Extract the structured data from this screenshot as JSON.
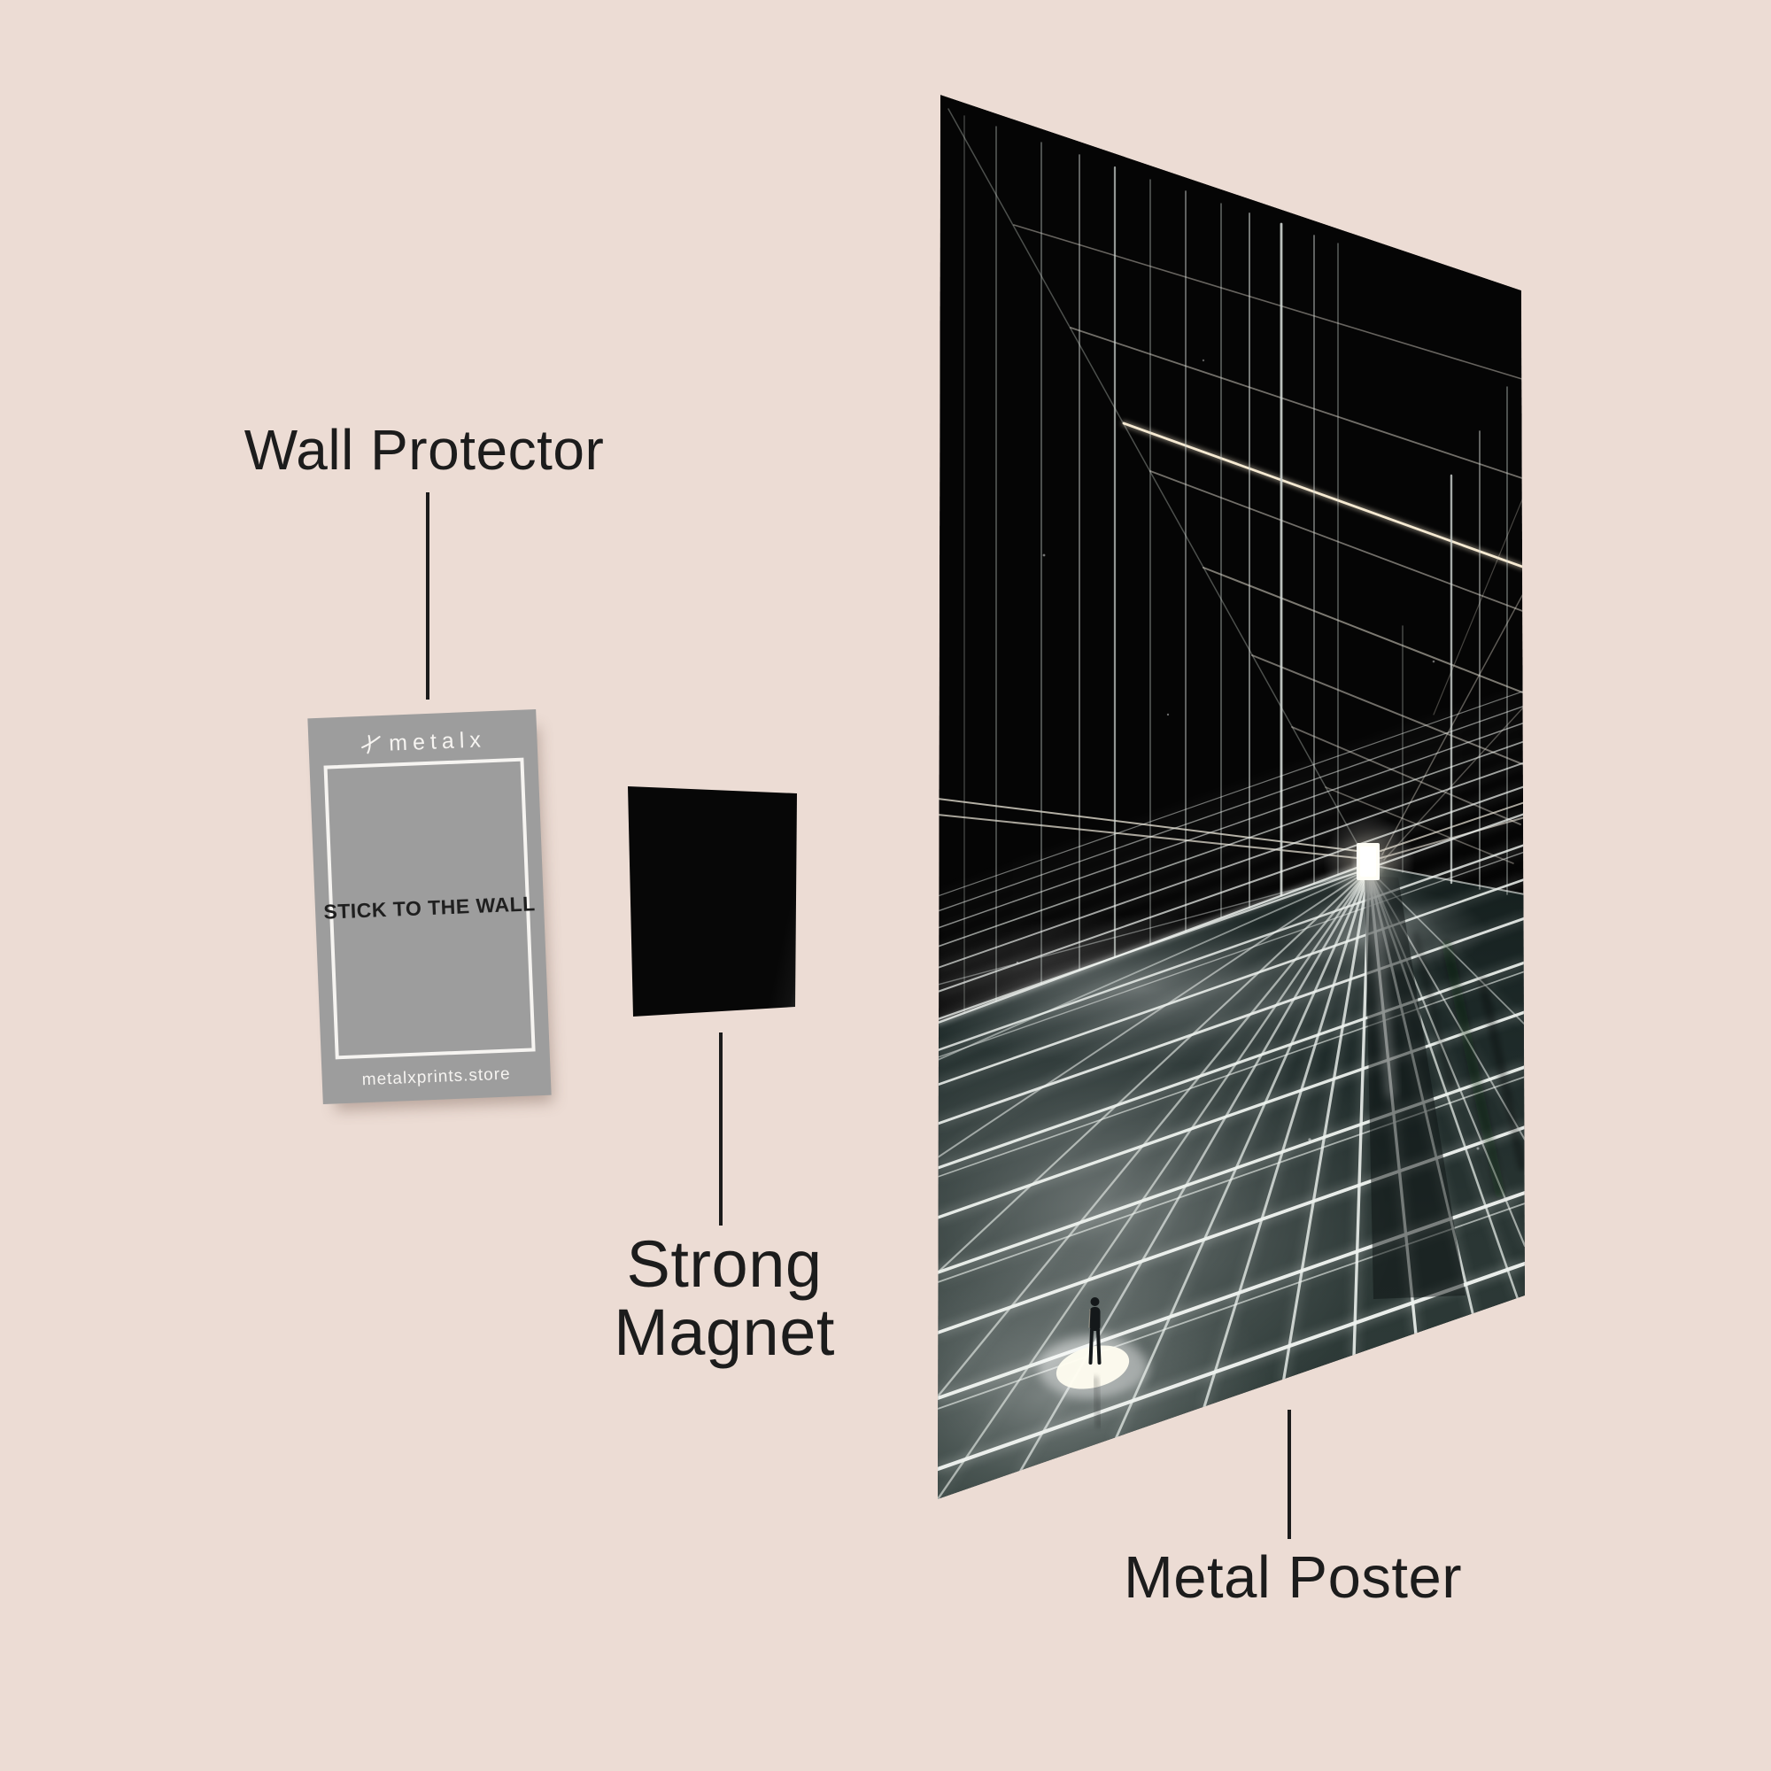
{
  "page": {
    "background_color": "#ecdcd4"
  },
  "annotations": {
    "wall_protector": {
      "label": "Wall Protector"
    },
    "strong_magnet": {
      "label_line1": "Strong",
      "label_line2": "Magnet"
    },
    "metal_poster": {
      "label": "Metal Poster"
    }
  },
  "wall_protector_card": {
    "brand": "metalx",
    "message": "STICK TO THE WALL",
    "website": "metalxprints.store",
    "card_color": "#9d9d9d",
    "message_color": "#1f1f1f",
    "accent_color": "#f6f4f1"
  },
  "magnet": {
    "color": "#0a0a0a"
  },
  "poster": {
    "base_color": "#050505",
    "grid_line_color": "#f2f6f2",
    "floor_tint": "#2d3a38",
    "doorway_light_color": "#fffef6"
  },
  "annotation_style": {
    "text_color": "#1c1c1c",
    "line_color": "#1b1b1b"
  }
}
